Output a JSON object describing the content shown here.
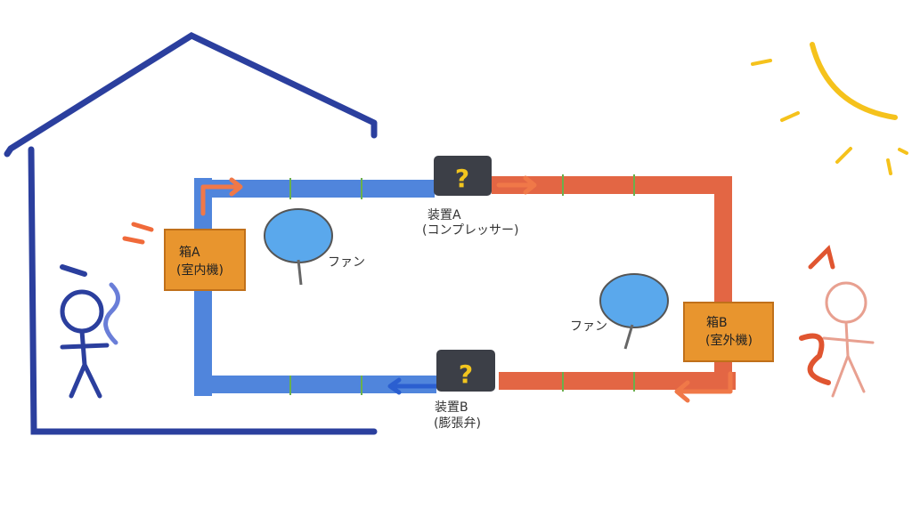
{
  "labels": {
    "device_a": "装置A",
    "device_a_sub": "(コンプレッサー)",
    "device_b": "装置B",
    "device_b_sub": "(膨張弁)",
    "box_a": "箱A",
    "box_a_sub": "(室内機)",
    "box_b": "箱B",
    "box_b_sub": "(室外機)",
    "fan_a": "ファン",
    "fan_b": "ファン",
    "device_symbol": "?"
  },
  "colors": {
    "house": "#2b3f9e",
    "cold_pipe": "#3d78d8",
    "hot_pipe": "#e05530",
    "box": "#e8952e",
    "device": "#3c3f47",
    "sun": "#f5c21c",
    "fan": "#5aa8ec"
  }
}
